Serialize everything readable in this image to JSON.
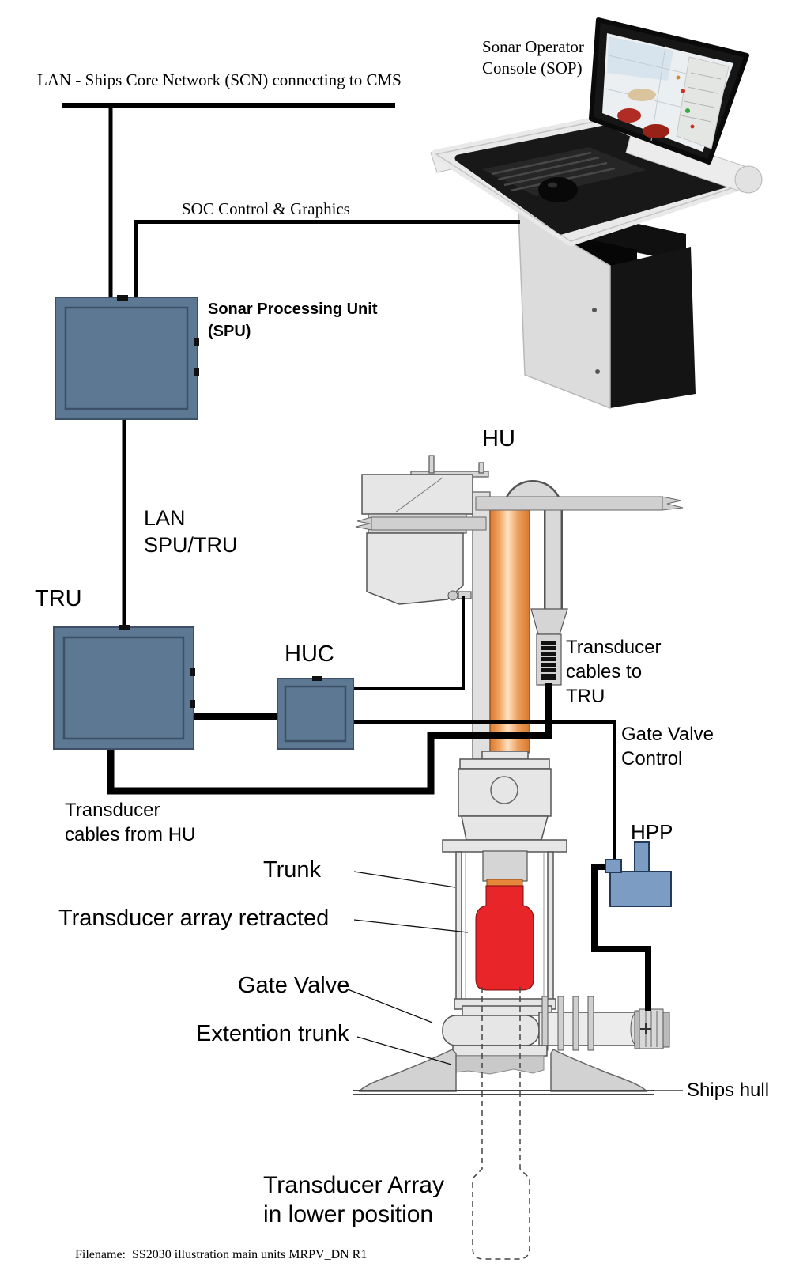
{
  "title": "SS2030 sonar system main units illustration",
  "colors": {
    "unit_box_fill": "#5d7892",
    "unit_box_border": "#3e5068",
    "hpp_fill": "#7d9cc4",
    "hpp_border": "#223a5c",
    "array_red": "#e8262a",
    "cylinder_orange": "#e6873c",
    "machinery_fill": "#e6e6e6",
    "machinery_stroke": "#555555",
    "cable_black": "#000000"
  },
  "labels": {
    "lan_scn": "LAN - Ships Core Network (SCN) connecting to CMS",
    "sop": {
      "line1": "Sonar Operator",
      "line2": "Console (SOP)"
    },
    "soc": "SOC Control & Graphics",
    "spu": {
      "line1": "Sonar Processing Unit",
      "line2": "(SPU)"
    },
    "hu": "HU",
    "lan_link": {
      "line1": "LAN",
      "line2": "SPU/TRU"
    },
    "tru": "TRU",
    "huc": "HUC",
    "cables_to_tru": {
      "line1": "Transducer",
      "line2": "cables to",
      "line3": "TRU"
    },
    "gate_valve_control": {
      "line1": "Gate Valve",
      "line2": "Control"
    },
    "cables_from_hu": {
      "line1": "Transducer",
      "line2": "cables from HU"
    },
    "trunk": "Trunk",
    "array_retracted": "Transducer array retracted",
    "gate_valve": "Gate Valve",
    "extention_trunk": "Extention trunk",
    "hpp": "HPP",
    "ships_hull": "Ships hull",
    "array_lower": {
      "line1": "Transducer Array",
      "line2": "in lower position"
    },
    "filename": "Filename:  SS2030 illustration main units MRPV_DN R1"
  }
}
